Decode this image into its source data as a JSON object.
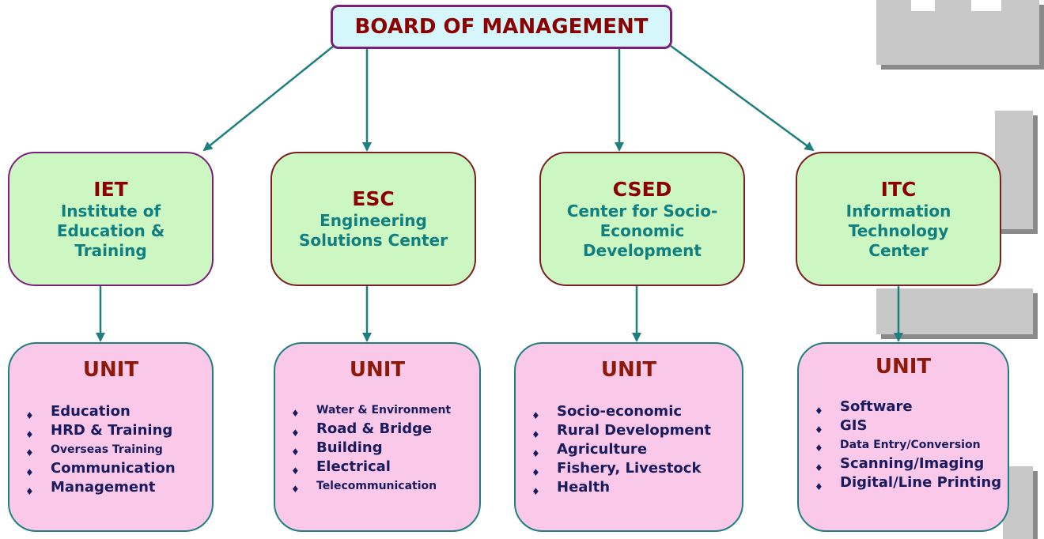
{
  "board": {
    "title": "BOARD OF MANAGEMENT"
  },
  "centers": [
    {
      "abbr": "IET",
      "name": "Institute of Education & Training"
    },
    {
      "abbr": "ESC",
      "name": "Engineering Solutions Center"
    },
    {
      "abbr": "CSED",
      "name": "Center for Socio-Economic Development"
    },
    {
      "abbr": "ITC",
      "name": "Information Technology Center"
    }
  ],
  "units": [
    {
      "title": "UNIT",
      "items": [
        "Education",
        "HRD & Training",
        "Overseas Training",
        "Communication",
        "Management"
      ]
    },
    {
      "title": "UNIT",
      "items": [
        "Water & Environment",
        "Road & Bridge",
        "Building",
        "Electrical",
        "Telecommunication"
      ]
    },
    {
      "title": "UNIT",
      "items": [
        "Socio-economic",
        "Rural Development",
        "Agriculture",
        "Fishery, Livestock",
        "Health"
      ]
    },
    {
      "title": "UNIT",
      "items": [
        "Software",
        "GIS",
        "Data Entry/Conversion",
        "Scanning/Imaging",
        "Digital/Line Printing"
      ]
    }
  ],
  "bullet_glyph": "♦",
  "colors": {
    "board_fill": "#d5f7fb",
    "center_fill": "#ccf7c3",
    "unit_fill": "#fac8e8",
    "title_red": "#8b0000",
    "teal": "#0f7f7f",
    "navy": "#1a1a5e",
    "arrow": "#1f7f7f"
  }
}
